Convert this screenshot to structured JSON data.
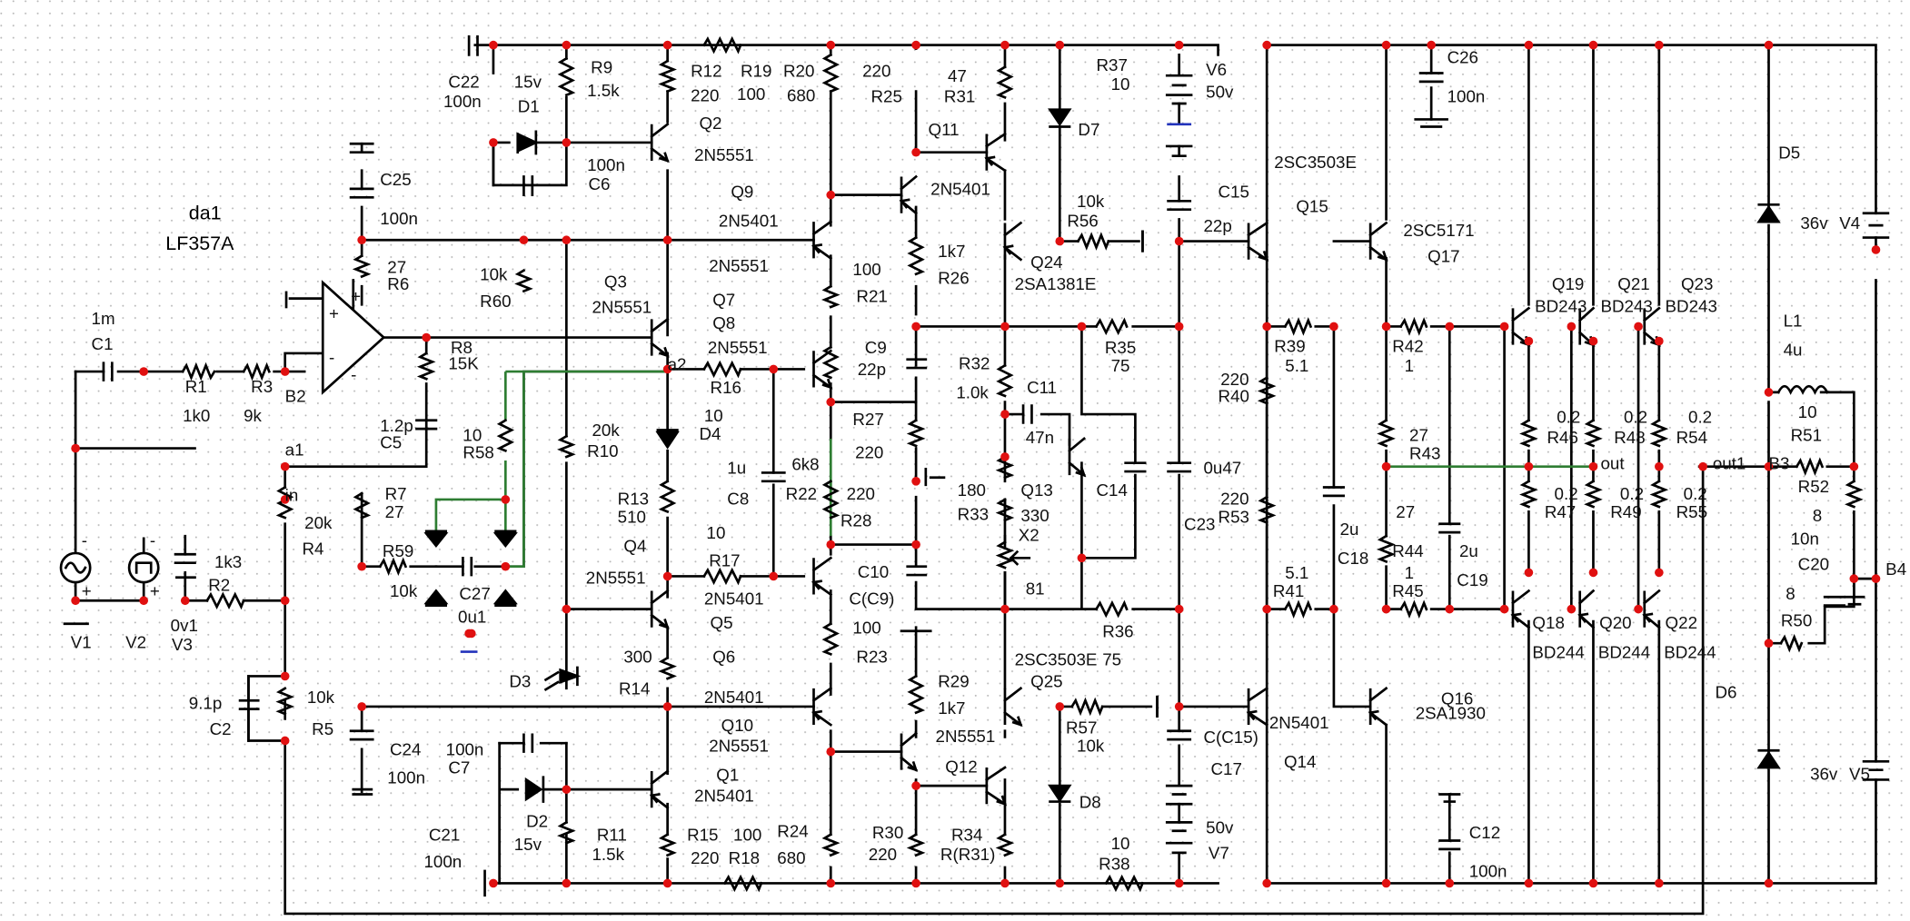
{
  "chip": {
    "ref": "da1",
    "part": "LF357A"
  },
  "components": [
    {
      "id": "C22",
      "ref": "C22",
      "value": "100n"
    },
    {
      "id": "D1",
      "ref": "D1",
      "value": "15v"
    },
    {
      "id": "R9",
      "ref": "R9",
      "value": "1.5k"
    },
    {
      "id": "C6",
      "ref": "C6",
      "value": "100n"
    },
    {
      "id": "Q2",
      "ref": "Q2",
      "value": "2N5551"
    },
    {
      "id": "R12",
      "ref": "R12",
      "value": "220"
    },
    {
      "id": "R19",
      "ref": "R19",
      "value": "100"
    },
    {
      "id": "R20",
      "ref": "R20",
      "value": "680"
    },
    {
      "id": "R25",
      "ref": "R25",
      "value": "220"
    },
    {
      "id": "R31",
      "ref": "R31",
      "value": "47"
    },
    {
      "id": "Q11",
      "ref": "Q11",
      "value": ""
    },
    {
      "id": "D7",
      "ref": "D7",
      "value": ""
    },
    {
      "id": "R37",
      "ref": "R37",
      "value": "10"
    },
    {
      "id": "V6",
      "ref": "V6",
      "value": "50v"
    },
    {
      "id": "Q9",
      "ref": "Q9",
      "value": "2N5401"
    },
    {
      "id": "Q9b",
      "ref": "",
      "value": "2N5401"
    },
    {
      "id": "C25",
      "ref": "C25",
      "value": "100n"
    },
    {
      "id": "R6",
      "ref": "R6",
      "value": "27"
    },
    {
      "id": "R60",
      "ref": "R60",
      "value": "10k"
    },
    {
      "id": "Q3",
      "ref": "Q3",
      "value": "2N5551"
    },
    {
      "id": "Q7b",
      "ref": "",
      "value": "2N5551"
    },
    {
      "id": "Q7",
      "ref": "Q7",
      "value": ""
    },
    {
      "id": "Q8",
      "ref": "Q8",
      "value": "2N5551"
    },
    {
      "id": "R21",
      "ref": "R21",
      "value": "100"
    },
    {
      "id": "R26",
      "ref": "R26",
      "value": "1k7"
    },
    {
      "id": "R56",
      "ref": "R56",
      "value": "10k"
    },
    {
      "id": "Q24",
      "ref": "Q24",
      "value": "2SA1381E"
    },
    {
      "id": "C15",
      "ref": "C15",
      "value": "22p"
    },
    {
      "id": "R8",
      "ref": "R8",
      "value": "15K"
    },
    {
      "id": "C1",
      "ref": "C1",
      "value": "1m"
    },
    {
      "id": "R1",
      "ref": "R1",
      "value": "1k0"
    },
    {
      "id": "R3",
      "ref": "R3",
      "value": "9k"
    },
    {
      "id": "C5",
      "ref": "C5",
      "value": "1.2p"
    },
    {
      "id": "R58",
      "ref": "R58",
      "value": "10"
    },
    {
      "id": "R16",
      "ref": "R16",
      "value": ""
    },
    {
      "id": "C9",
      "ref": "C9",
      "value": "22p"
    },
    {
      "id": "R32",
      "ref": "R32",
      "value": "1.0k"
    },
    {
      "id": "R35",
      "ref": "R35",
      "value": "75"
    },
    {
      "id": "R10",
      "ref": "R10",
      "value": "20k"
    },
    {
      "id": "D4",
      "ref": "D4",
      "value": "10"
    },
    {
      "id": "R27",
      "ref": "R27",
      "value": "220"
    },
    {
      "id": "C11",
      "ref": "C11",
      "value": "47n"
    },
    {
      "id": "R7",
      "ref": "R7",
      "value": "27"
    },
    {
      "id": "R4",
      "ref": "R4",
      "value": "20k"
    },
    {
      "id": "C8",
      "ref": "C8",
      "value": "1u"
    },
    {
      "id": "R22",
      "ref": "R22",
      "value": "6k8"
    },
    {
      "id": "R28",
      "ref": "R28",
      "value": "220"
    },
    {
      "id": "R13",
      "ref": "R13",
      "value": "510"
    },
    {
      "id": "R33",
      "ref": "R33",
      "value": "180"
    },
    {
      "id": "Q13",
      "ref": "Q13",
      "value": "330"
    },
    {
      "id": "C14",
      "ref": "C14",
      "value": ""
    },
    {
      "id": "X2",
      "ref": "X2",
      "value": "81"
    },
    {
      "id": "C23",
      "ref": "C23",
      "value": "0u47"
    },
    {
      "id": "R59",
      "ref": "R59",
      "value": "10k"
    },
    {
      "id": "C27",
      "ref": "C27",
      "value": "0u1"
    },
    {
      "id": "R17",
      "ref": "R17",
      "value": "10"
    },
    {
      "id": "Q4",
      "ref": "Q4",
      "value": "2N5551"
    },
    {
      "id": "Q5",
      "ref": "Q5",
      "value": "2N5401"
    },
    {
      "id": "C10",
      "ref": "C10",
      "value": "C(C9)"
    },
    {
      "id": "R36",
      "ref": "R36",
      "value": "75"
    },
    {
      "id": "R23",
      "ref": "R23",
      "value": "100"
    },
    {
      "id": "R14",
      "ref": "R14",
      "value": "300"
    },
    {
      "id": "Q6",
      "ref": "Q6",
      "value": ""
    },
    {
      "id": "R29",
      "ref": "R29",
      "value": "1k7"
    },
    {
      "id": "Q25",
      "ref": "Q25",
      "value": "2SC3503E"
    },
    {
      "id": "D3",
      "ref": "D3",
      "value": ""
    },
    {
      "id": "Q10",
      "ref": "Q10",
      "value": "2N5401"
    },
    {
      "id": "Q10b",
      "ref": "",
      "value": "2N5551"
    },
    {
      "id": "R57",
      "ref": "R57",
      "value": "10k"
    },
    {
      "id": "C17",
      "ref": "C17",
      "value": "C(C15)"
    },
    {
      "id": "Q12",
      "ref": "Q12",
      "value": "2N5551"
    },
    {
      "id": "C7",
      "ref": "C7",
      "value": "100n"
    },
    {
      "id": "C24",
      "ref": "C24",
      "value": "100n"
    },
    {
      "id": "Q1",
      "ref": "Q1",
      "value": "2N5401"
    },
    {
      "id": "D2",
      "ref": "D2",
      "value": "15v"
    },
    {
      "id": "R11",
      "ref": "R11",
      "value": "1.5k"
    },
    {
      "id": "R15",
      "ref": "R15",
      "value": "220"
    },
    {
      "id": "R18",
      "ref": "R18",
      "value": "100"
    },
    {
      "id": "R24",
      "ref": "R24",
      "value": "680"
    },
    {
      "id": "R30",
      "ref": "R30",
      "value": "220"
    },
    {
      "id": "R34",
      "ref": "R34",
      "value": "R(R31)"
    },
    {
      "id": "D8",
      "ref": "D8",
      "value": ""
    },
    {
      "id": "R38",
      "ref": "R38",
      "value": "10"
    },
    {
      "id": "V7",
      "ref": "V7",
      "value": "50v"
    },
    {
      "id": "C21",
      "ref": "C21",
      "value": "100n"
    },
    {
      "id": "C2",
      "ref": "C2",
      "value": "9.1p"
    },
    {
      "id": "R5",
      "ref": "R5",
      "value": "10k"
    },
    {
      "id": "R2",
      "ref": "R2",
      "value": "1k3"
    },
    {
      "id": "V1",
      "ref": "V1",
      "value": ""
    },
    {
      "id": "V2",
      "ref": "V2",
      "value": ""
    },
    {
      "id": "V3",
      "ref": "V3",
      "value": "0v1"
    },
    {
      "id": "C26",
      "ref": "C26",
      "value": "100n"
    },
    {
      "id": "Q15",
      "ref": "Q15",
      "value": "2SC3503E"
    },
    {
      "id": "Q17",
      "ref": "Q17",
      "value": "2SC5171"
    },
    {
      "id": "R39",
      "ref": "R39",
      "value": "5.1"
    },
    {
      "id": "R40",
      "ref": "R40",
      "value": "220"
    },
    {
      "id": "R42",
      "ref": "R42",
      "value": "1"
    },
    {
      "id": "R43",
      "ref": "R43",
      "value": "27"
    },
    {
      "id": "R53",
      "ref": "R53",
      "value": "220"
    },
    {
      "id": "C18",
      "ref": "C18",
      "value": "2u"
    },
    {
      "id": "R44",
      "ref": "R44",
      "value": "27"
    },
    {
      "id": "C19",
      "ref": "C19",
      "value": "2u"
    },
    {
      "id": "R41",
      "ref": "R41",
      "value": "5.1"
    },
    {
      "id": "R45",
      "ref": "R45",
      "value": "1"
    },
    {
      "id": "Q14",
      "ref": "Q14",
      "value": "2N5401"
    },
    {
      "id": "Q16",
      "ref": "Q16",
      "value": "2SA1930"
    },
    {
      "id": "C12",
      "ref": "C12",
      "value": "100n"
    },
    {
      "id": "Q19",
      "ref": "Q19",
      "value": "BD243"
    },
    {
      "id": "Q21",
      "ref": "Q21",
      "value": "BD243"
    },
    {
      "id": "Q23",
      "ref": "Q23",
      "value": "BD243"
    },
    {
      "id": "R46",
      "ref": "R46",
      "value": "0.2"
    },
    {
      "id": "R48",
      "ref": "R48",
      "value": "0.2"
    },
    {
      "id": "R54",
      "ref": "R54",
      "value": "0.2"
    },
    {
      "id": "R47",
      "ref": "R47",
      "value": "0.2"
    },
    {
      "id": "R49",
      "ref": "R49",
      "value": "0.2"
    },
    {
      "id": "R55",
      "ref": "R55",
      "value": "0.2"
    },
    {
      "id": "Q18",
      "ref": "Q18",
      "value": "BD244"
    },
    {
      "id": "Q20",
      "ref": "Q20",
      "value": "BD244"
    },
    {
      "id": "Q22",
      "ref": "Q22",
      "value": "BD244"
    },
    {
      "id": "D5",
      "ref": "D5",
      "value": "36v"
    },
    {
      "id": "V4",
      "ref": "V4",
      "value": ""
    },
    {
      "id": "L1",
      "ref": "L1",
      "value": "4u"
    },
    {
      "id": "R51",
      "ref": "R51",
      "value": "10"
    },
    {
      "id": "R52",
      "ref": "R52",
      "value": "8"
    },
    {
      "id": "C20",
      "ref": "C20",
      "value": "10n"
    },
    {
      "id": "R50",
      "ref": "R50",
      "value": "8"
    },
    {
      "id": "D6",
      "ref": "D6",
      "value": "36v"
    },
    {
      "id": "V5",
      "ref": "V5",
      "value": ""
    }
  ],
  "net_labels": [
    {
      "id": "a2",
      "text": "a2"
    },
    {
      "id": "a1",
      "text": "a1"
    },
    {
      "id": "B2",
      "text": "B2"
    },
    {
      "id": "in",
      "text": "in"
    },
    {
      "id": "out",
      "text": "out"
    },
    {
      "id": "out1",
      "text": "out1"
    },
    {
      "id": "B3",
      "text": "B3"
    },
    {
      "id": "B4",
      "text": "B4"
    }
  ],
  "colors": {
    "wire": "#000000",
    "node": "#e01010",
    "highlight_wire": "#2e7d32",
    "ground_accent": "#2233bb",
    "grid": "#b8b8b8"
  }
}
